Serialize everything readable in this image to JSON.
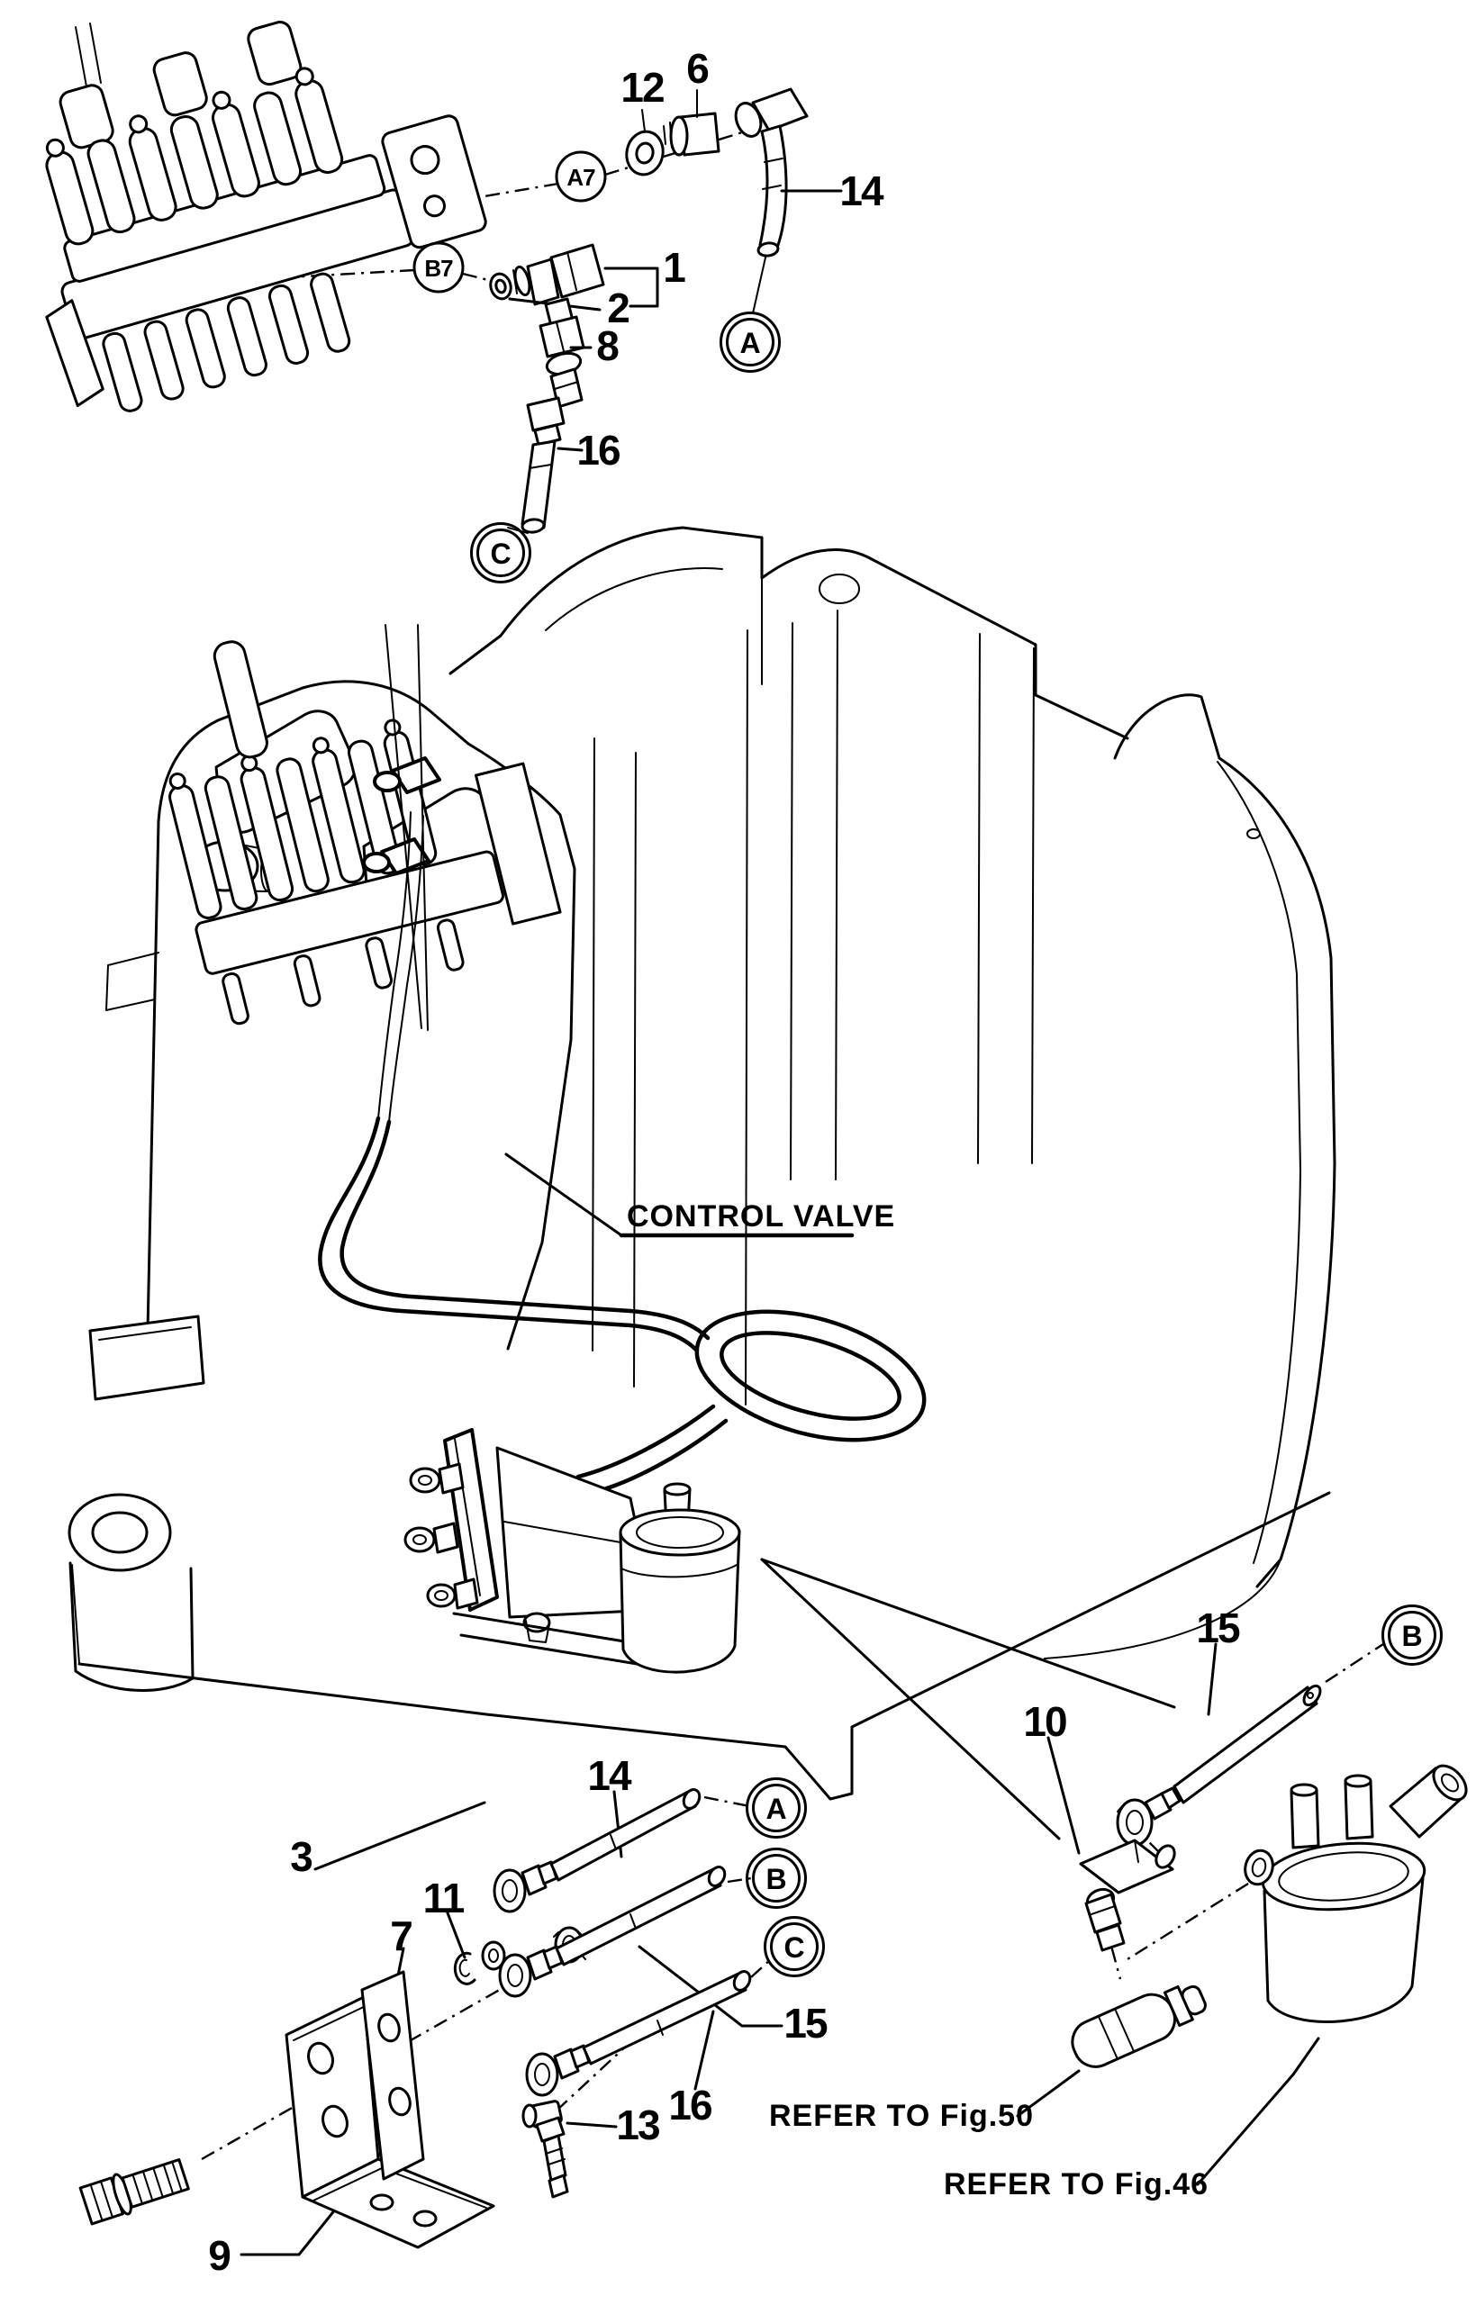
{
  "figure": {
    "type": "exploded-parts-diagram",
    "subject": "Control valve hydraulic piping installation",
    "background_color": "#ffffff",
    "line_color": "#000000"
  },
  "labels": {
    "control_valve": "CONTROL VALVE",
    "refer_fig_50": "REFER TO Fig.50",
    "refer_fig_46": "REFER TO Fig.46"
  },
  "callouts": [
    {
      "id": "part-12",
      "text": "12"
    },
    {
      "id": "part-6",
      "text": "6"
    },
    {
      "id": "port-a7",
      "text": "A7",
      "ring": "single"
    },
    {
      "id": "port-b7",
      "text": "B7",
      "ring": "single"
    },
    {
      "id": "part-1",
      "text": "1"
    },
    {
      "id": "part-2",
      "text": "2"
    },
    {
      "id": "part-8",
      "text": "8"
    },
    {
      "id": "part-16-top",
      "text": "16"
    },
    {
      "id": "part-14-top",
      "text": "14"
    },
    {
      "id": "port-a-top",
      "text": "A",
      "ring": "double"
    },
    {
      "id": "port-c-top",
      "text": "C",
      "ring": "double"
    },
    {
      "id": "part-15-right",
      "text": "15"
    },
    {
      "id": "port-b-right",
      "text": "B",
      "ring": "double"
    },
    {
      "id": "part-10",
      "text": "10"
    },
    {
      "id": "part-3",
      "text": "3"
    },
    {
      "id": "part-14-bottom",
      "text": "14"
    },
    {
      "id": "port-a-bottom",
      "text": "A",
      "ring": "double"
    },
    {
      "id": "port-b-bottom",
      "text": "B",
      "ring": "double"
    },
    {
      "id": "port-c-bottom",
      "text": "C",
      "ring": "double"
    },
    {
      "id": "part-11",
      "text": "11"
    },
    {
      "id": "part-7",
      "text": "7"
    },
    {
      "id": "part-15-bottom",
      "text": "15"
    },
    {
      "id": "part-16-bottom",
      "text": "16"
    },
    {
      "id": "part-13",
      "text": "13"
    },
    {
      "id": "part-9",
      "text": "9"
    }
  ]
}
